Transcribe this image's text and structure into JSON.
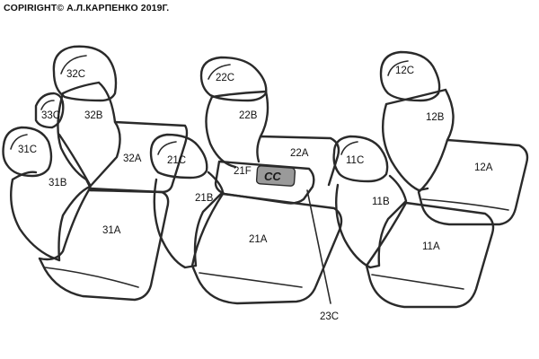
{
  "copyright": "COPIRIGHT© А.Л.КАРПЕНКО 2019Г.",
  "emblem": "CC",
  "labels": {
    "l32C": "32C",
    "l33C": "33C",
    "l32B": "32B",
    "l31C": "31C",
    "l31B": "31B",
    "l32A": "32A",
    "l31A": "31A",
    "l22C": "22C",
    "l22B": "22B",
    "l22A": "22A",
    "l21C": "21C",
    "l21F": "21F",
    "l21B": "21B",
    "l21A": "21A",
    "l23C": "23C",
    "l12C": "12C",
    "l12B": "12B",
    "l12A": "12A",
    "l11C": "11C",
    "l11B": "11B",
    "l11A": "11A"
  }
}
